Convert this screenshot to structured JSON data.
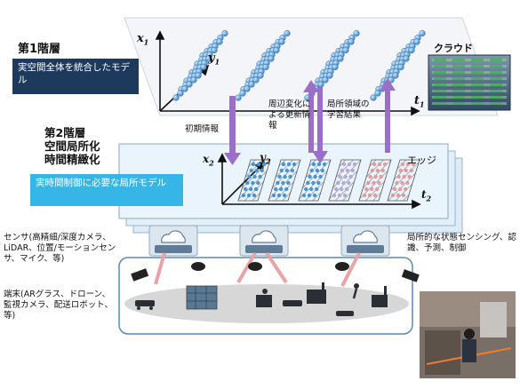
{
  "layer1": {
    "title": "第1階層",
    "description": "実空間全体を統合したモデル",
    "axis_x": "x",
    "axis_x_sub": "1",
    "axis_y": "y",
    "axis_y_sub": "1",
    "axis_t": "t",
    "axis_t_sub": "1",
    "cloud_label": "クラウド"
  },
  "layer2": {
    "title_line1": "第2階層",
    "title_line2": "空間局所化",
    "title_line3": "時間精緻化",
    "description": "実時間制御に必要な局所モデル",
    "axis_x": "x",
    "axis_x_sub": "2",
    "axis_y": "y",
    "axis_y_sub": "2",
    "axis_t": "t",
    "axis_t_sub": "2",
    "edge_label": "エッジ"
  },
  "arrows": {
    "initial_info": "初期情報",
    "surrounding_change": "周辺変化による更新情報",
    "local_learning": "局所領域の学習結果"
  },
  "sensing_label": "局所的な状態センシング、認識、予測、制御",
  "sensors_label": "センサ(高精細/深度カメラ、LiDAR、位置/モーションセンサ、マイク、等)",
  "terminals_label": "端末(ARグラス、ドローン、監視カメラ、配送ロボット、等)",
  "colors": {
    "dark_box": "#1d3a5c",
    "light_box": "#36b6e6",
    "arrow_purple": "#9b6fc8",
    "arrow_pink": "#e8a4a4",
    "dot_blue": "#3f8fd0",
    "dot_pink": "#e29c9c",
    "edge_fill": "#e5f2fb"
  }
}
